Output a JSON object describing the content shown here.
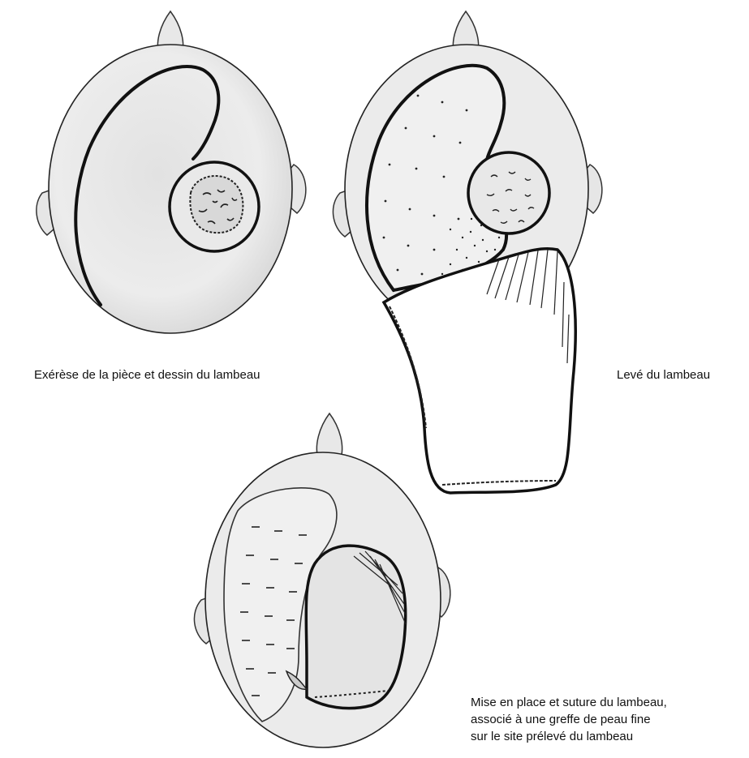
{
  "figure": {
    "panel1": {
      "caption": "Exérèse de la pièce et dessin du lambeau"
    },
    "panel2": {
      "caption": "Levé du lambeau"
    },
    "panel3": {
      "caption_lines": [
        "Mise en place et suture du lambeau,",
        "associé à une greffe de peau fine",
        "sur le site prélevé du lambeau"
      ]
    }
  },
  "colors": {
    "ink": "#1a1a1a",
    "skull": "#eeeeee",
    "shade": "#dcdcdc"
  },
  "icons": [
    "head-top-view-illustration",
    "flap-line",
    "tumor-lesion",
    "skin-graft-dots"
  ]
}
